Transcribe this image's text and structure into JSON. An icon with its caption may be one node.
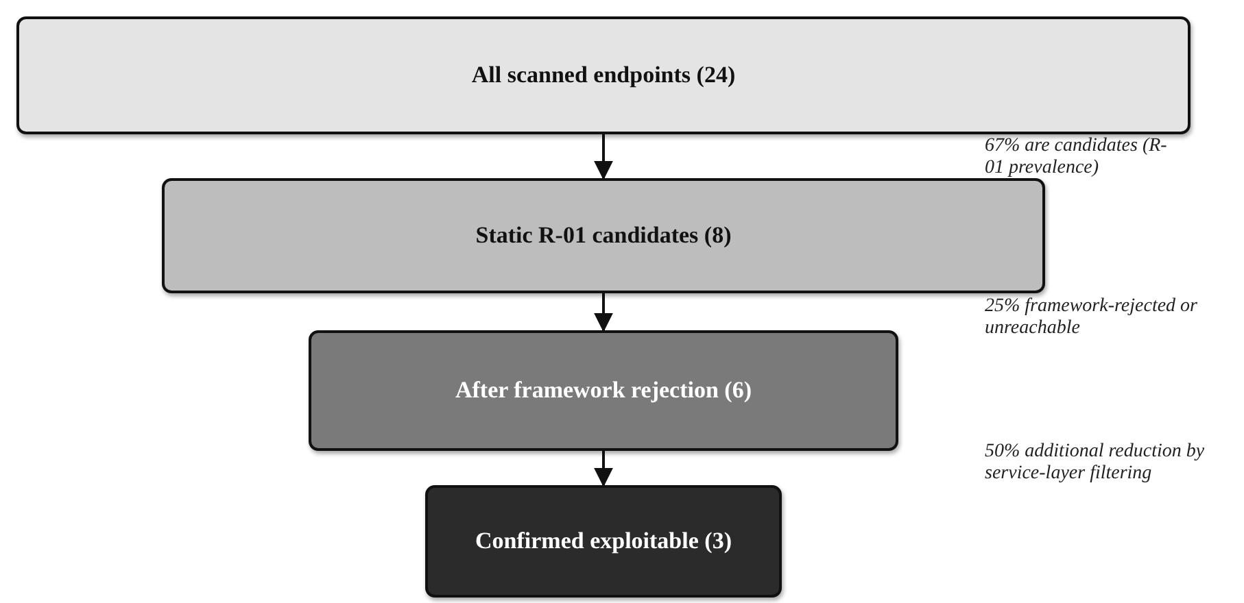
{
  "diagram": {
    "nodes": [
      {
        "text": [
          "All scanned endpoints (24)"
        ]
      },
      {
        "text": [
          "Static R-01 candidates (8)"
        ]
      },
      {
        "text": [
          "After framework rejection (6)"
        ]
      },
      {
        "text": [
          "Confirmed exploitable (3)"
        ]
      }
    ],
    "edges": [
      {
        "from": 0,
        "to": 1,
        "arrow": "to"
      },
      {
        "from": 1,
        "to": 2,
        "arrow": "to"
      },
      {
        "from": 2,
        "to": 3,
        "arrow": "to"
      }
    ],
    "labels": [
      "67% are candidates (R-01 prevalence)",
      "25% framework-rejected or unreachable",
      "50% additional reduction by service-layer filtering"
    ]
  }
}
